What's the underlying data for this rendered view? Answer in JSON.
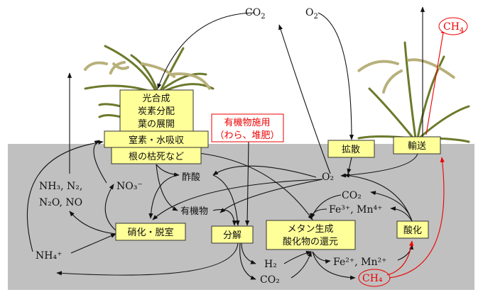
{
  "colors": {
    "soil": "#c0c0c0",
    "box_fill": "#ffff99",
    "highlight": "#ff0000",
    "plant": "#6b7a2a"
  },
  "atmosphere": {
    "co2": "CO",
    "co2_sub": "2",
    "o2": "O",
    "o2_sub": "2",
    "ch4": "CH",
    "ch4_sub": "4"
  },
  "plant_box": {
    "line1": "光合成",
    "line2": "炭素分配",
    "line3": "葉の展開"
  },
  "uptake_box": "窒素・水吸収",
  "root_box": "根の枯死など",
  "organic_input": {
    "line1": "有機物施用",
    "line2": "（わら、堆肥）"
  },
  "diffusion_box": "拡散",
  "transport_box": "輸送",
  "nitrification_box": "硝化・脱室",
  "decomposition_box": "分解",
  "methanogenesis_box": {
    "line1": "メタン生成",
    "line2": "酸化物の還元"
  },
  "oxidation_box": "酸化",
  "soil_labels": {
    "gases_line1": "NH₃, N₂,",
    "gases_line2": "N₂O, NO",
    "nitrate": "NO₃⁻",
    "ammonium": "NH₄⁺",
    "acetate": "酢酸",
    "organic_matter": "有機物",
    "o2": "O₂",
    "co2": "CO₂",
    "oxidized_metals": "Fe³⁺, Mn⁴⁺",
    "h2": "H₂",
    "co2_bottom": "CO₂",
    "reduced_metals": "Fe²⁺, Mn²⁺",
    "ch4": "CH₄"
  }
}
